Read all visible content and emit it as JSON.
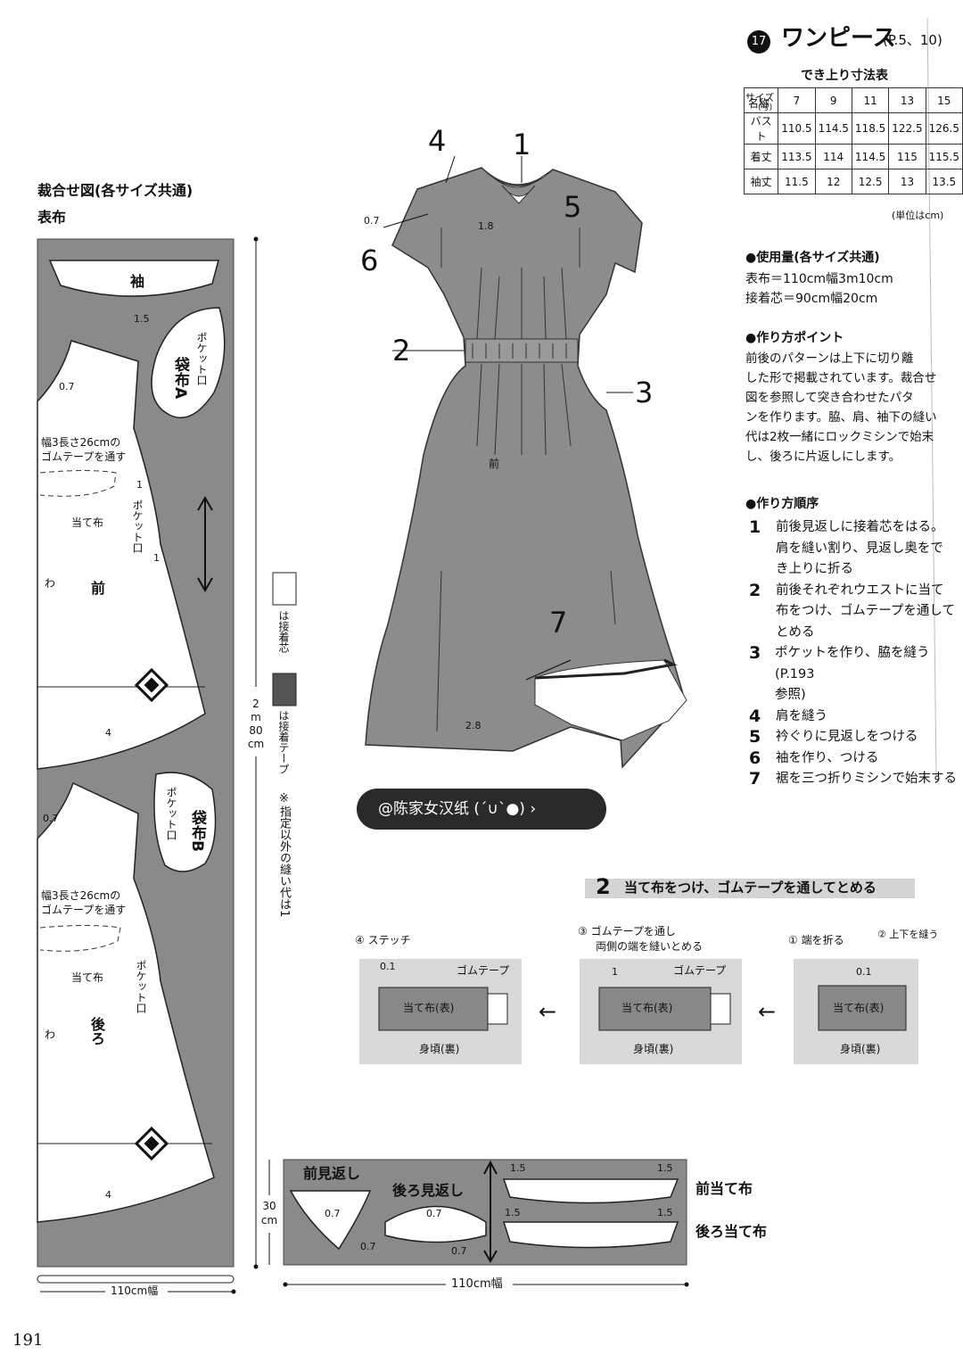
{
  "header": {
    "item_badge": "17",
    "title": "ワンピース",
    "page_ref": "(P.5、10)"
  },
  "size_table": {
    "caption": "でき上り寸法表",
    "corner_top": "サイズ",
    "corner_sub": "(号)",
    "corner_name": "名称",
    "sizes": [
      "7",
      "9",
      "11",
      "13",
      "15"
    ],
    "rows": [
      {
        "name": "バスト",
        "values": [
          "110.5",
          "114.5",
          "118.5",
          "122.5",
          "126.5"
        ]
      },
      {
        "name": "着丈",
        "values": [
          "113.5",
          "114",
          "114.5",
          "115",
          "115.5"
        ]
      },
      {
        "name": "袖丈",
        "values": [
          "11.5",
          "12",
          "12.5",
          "13",
          "13.5"
        ]
      }
    ],
    "unit": "(単位はcm)"
  },
  "materials": {
    "heading": "●使用量(各サイズ共通)",
    "lines": [
      "表布＝110cm幅3m10cm",
      "接着芯＝90cm幅20cm"
    ]
  },
  "points": {
    "heading": "●作り方ポイント",
    "lines": [
      "前後のパターンは上下に切り離",
      "した形で掲載されています。裁合せ",
      "図を参照して突き合わせたパタ",
      "ンを作ります。脇、肩、袖下の縫い",
      "代は2枚一緒にロックミシンで始末",
      "し、後ろに片返しにします。"
    ]
  },
  "order": {
    "heading": "●作り方順序",
    "steps": [
      {
        "num": "1",
        "lines": [
          "前後見返しに接着芯をはる。",
          "肩を縫い割り、見返し奥をで",
          "き上りに折る"
        ]
      },
      {
        "num": "2",
        "lines": [
          "前後それぞれウエストに当て",
          "布をつけ、ゴムテープを通して",
          "とめる"
        ]
      },
      {
        "num": "3",
        "lines": [
          "ポケットを作り、脇を縫う(P.193",
          "参照)"
        ]
      },
      {
        "num": "4",
        "lines": [
          "肩を縫う"
        ]
      },
      {
        "num": "5",
        "lines": [
          "衿ぐりに見返しをつける"
        ]
      },
      {
        "num": "6",
        "lines": [
          "袖を作り、つける"
        ]
      },
      {
        "num": "7",
        "lines": [
          "裾を三つ折りミシンで始末する"
        ]
      }
    ]
  },
  "layout_diagram": {
    "title": "裁合せ図(各サイズ共通)",
    "fabric": "表布",
    "sleeve": "袖",
    "sleeve_seam": "1.5",
    "pocket_a": "袋布A",
    "pocket_b": "袋布B",
    "pocket_opening": "ポケット口",
    "neck_seam": "0.7",
    "elastic_note_1": "幅3長さ26cmの",
    "elastic_note_2": "ゴムテープを通す",
    "facing_cloth": "当て布",
    "fold": "わ",
    "front": "前",
    "back": "後ろ",
    "hem_seam": "4",
    "one": "1",
    "length": "2m80cm",
    "length_parts": [
      "2",
      "m",
      "80",
      "cm"
    ],
    "width": "110cm幅",
    "legend_interfacing": "は接着芯",
    "legend_tape": "は接着テープ",
    "legend_note": "※指定以外の縫い代は1"
  },
  "dress": {
    "labels": [
      "4",
      "1",
      "5",
      "6",
      "2",
      "3",
      "7"
    ],
    "front": "前",
    "shoulder_seam": "0.7",
    "neck_seam": "1.8",
    "hem_seam": "2.8"
  },
  "watermark": "@陈家女汉纸 (´∪`●) ›",
  "step2": {
    "num": "2",
    "title": "当て布をつけ、ゴムテープを通してとめる",
    "s1_label": "① 端を折る",
    "s2_label": "② 上下を縫う",
    "s3_label_1": "③ ゴムテープを通し",
    "s3_label_2": "両側の端を縫いとめる",
    "s4_label": "④ ステッチ",
    "patch": "当て布(表)",
    "bodice": "身頃(裏)",
    "elastic": "ゴムテープ",
    "seam_01": "0.1",
    "seam_1": "1",
    "arrow": "←"
  },
  "facings": {
    "front_facing": "前見返し",
    "back_facing": "後ろ見返し",
    "front_patch": "前当て布",
    "back_patch": "後ろ当て布",
    "seam_07": "0.7",
    "seam_15": "1.5",
    "height": "30cm",
    "height_parts": [
      "30",
      "cm"
    ],
    "width": "110cm幅"
  },
  "page_number": "191"
}
